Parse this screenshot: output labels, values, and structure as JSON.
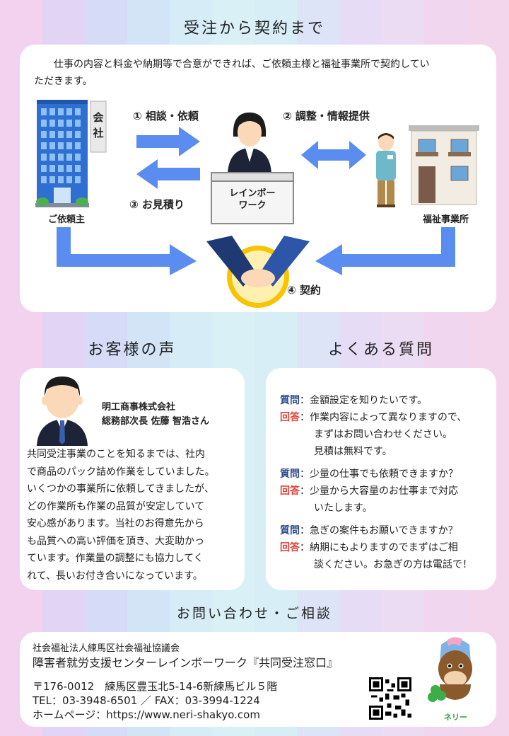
{
  "flow": {
    "title": "受注から契約まで",
    "intro_line1": "仕事の内容と料金や納期等で合意ができれば、ご依頼主様と福祉事業所で契約してい",
    "intro_line2": "ただきます。",
    "company_sign": "会社",
    "client_label": "ご依頼主",
    "welfare_label": "福祉事業所",
    "rainbow_desk_line1": "レインボー",
    "rainbow_desk_line2": "ワーク",
    "step1": "① 相談・依頼",
    "step2": "② 調整・情報提供",
    "step3": "③ お見積り",
    "step4": "④ 契約"
  },
  "voice": {
    "title": "お客様の声",
    "company": "明工商事株式会社",
    "person": "総務部次長 佐藤 智浩さん",
    "lines": [
      "共同受注事業のことを知るまでは、社内",
      "で商品のパック詰め作業をしていました。",
      "いくつかの事業所に依頼してきましたが、",
      "どの作業所も作業の品質が安定していて",
      "安心感があります。当社のお得意先から",
      "も品質への高い評価を頂き、大変助かっ",
      "ています。作業量の調整にも協力してく",
      "れて、長いお付き合いになっています。"
    ]
  },
  "faq": {
    "title": "よくある質問",
    "q_label": "質問",
    "a_label": "回答",
    "sep": "：",
    "items": [
      {
        "q": "金額設定を知りたいです。",
        "a": [
          "作業内容によって異なりますので、",
          "まずはお問い合わせください。",
          "見積は無料です。"
        ]
      },
      {
        "q": "少量の仕事でも依頼できますか？",
        "a": [
          "少量から大容量のお仕事まで対応",
          "いたします。"
        ]
      },
      {
        "q": "急ぎの案件もお願いできますか？",
        "a": [
          "納期にもよりますのでまずはご相",
          "談ください。お急ぎの方は電話で！"
        ]
      }
    ]
  },
  "contact": {
    "title": "お問い合わせ・ご相談",
    "org": "社会福祉法人練馬区社会福祉協議会",
    "center": "障害者就労支援センターレインボーワーク『共同受注窓口』",
    "address": "〒176-0012　練馬区豊玉北5-14-6新練馬ビル５階",
    "phone": "TEL：03-3948-6501 ／ FAX：03-3994-1224",
    "web": "ホームページ：https://www.neri-shakyo.com",
    "mascot_name": "ネリー"
  },
  "colors": {
    "arrow": "#5b8df0",
    "q_label": "#2f4c8c",
    "a_label": "#e0433a"
  }
}
